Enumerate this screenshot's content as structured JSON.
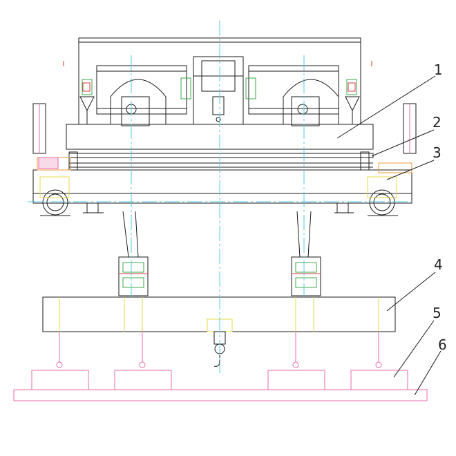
{
  "callouts": [
    {
      "id": "1",
      "label": "1"
    },
    {
      "id": "2",
      "label": "2"
    },
    {
      "id": "3",
      "label": "3"
    },
    {
      "id": "4",
      "label": "4"
    },
    {
      "id": "5",
      "label": "5"
    },
    {
      "id": "6",
      "label": "6"
    }
  ],
  "colors": {
    "outline": "#1a1a1a",
    "centerline": "#55c8e8",
    "hidden": "#e6d84a",
    "pink": "#e86aa8",
    "green": "#3aa84a",
    "red": "#d83a3a",
    "orange": "#e89a3a",
    "gray": "#888888"
  }
}
